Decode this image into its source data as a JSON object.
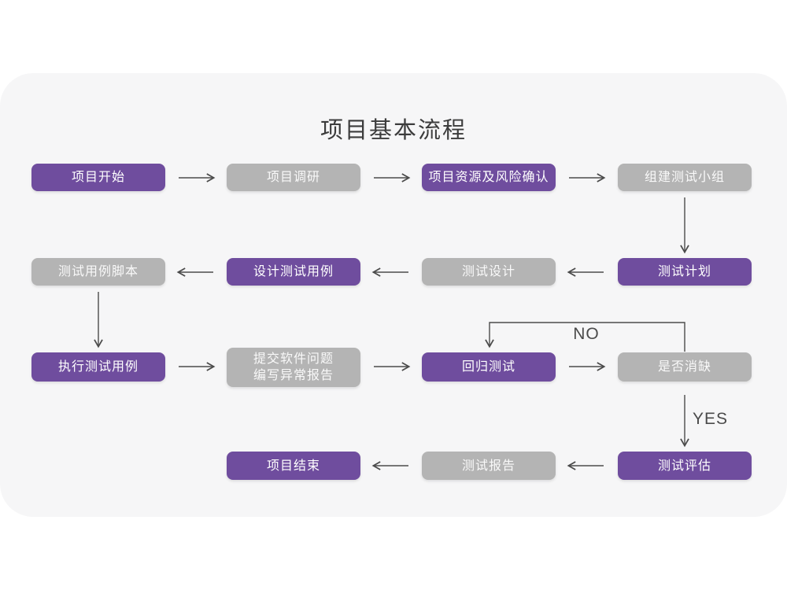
{
  "title": "项目基本流程",
  "colors": {
    "purple": "#6f4d9e",
    "gray": "#b4b4b4",
    "arrow": "#4b4b4b",
    "card_bg": "#f6f6f7",
    "page_bg": "#ffffff",
    "box_text": "#ffffff",
    "title_text": "#3c3c3c"
  },
  "branch_labels": {
    "no": "NO",
    "yes": "YES"
  },
  "flow": {
    "nodes": [
      {
        "id": "project-start",
        "label": "项目开始",
        "style": "primary"
      },
      {
        "id": "project-research",
        "label": "项目调研",
        "style": "secondary"
      },
      {
        "id": "resource-risk-confirm",
        "label": "项目资源及风险确认",
        "style": "primary"
      },
      {
        "id": "build-test-team",
        "label": "组建测试小组",
        "style": "secondary"
      },
      {
        "id": "test-case-script",
        "label": "测试用例脚本",
        "style": "secondary"
      },
      {
        "id": "design-test-case",
        "label": "设计测试用例",
        "style": "primary"
      },
      {
        "id": "test-design",
        "label": "测试设计",
        "style": "secondary"
      },
      {
        "id": "test-plan",
        "label": "测试计划",
        "style": "primary"
      },
      {
        "id": "execute-test-case",
        "label": "执行测试用例",
        "style": "primary"
      },
      {
        "id": "submit-issue-report",
        "label": "提交软件问题\n编写异常报告",
        "style": "secondary"
      },
      {
        "id": "regression-test",
        "label": "回归测试",
        "style": "primary"
      },
      {
        "id": "defect-cleared",
        "label": "是否消缺",
        "style": "secondary"
      },
      {
        "id": "project-end",
        "label": "项目结束",
        "style": "primary"
      },
      {
        "id": "test-report",
        "label": "测试报告",
        "style": "secondary"
      },
      {
        "id": "test-evaluation",
        "label": "测试评估",
        "style": "primary"
      }
    ]
  }
}
